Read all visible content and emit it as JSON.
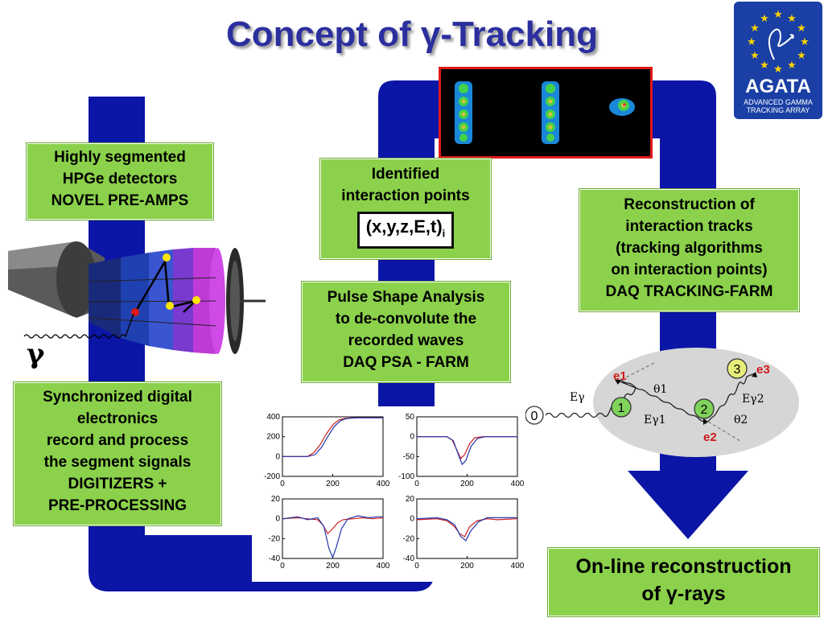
{
  "title": "Concept of γ-Tracking",
  "logo": {
    "name": "AGATA",
    "subtitle_line1": "ADVANCED GAMMA",
    "subtitle_line2": "TRACKING ARRAY",
    "bg_color": "#1a3fa5",
    "star_color": "#ffd400"
  },
  "colors": {
    "loop": "#0b15a6",
    "box_green": "#8bd14b",
    "title": "#2b2f9e",
    "frame_red": "#e11919"
  },
  "boxes": {
    "detectors": [
      "Highly segmented",
      "HPGe detectors",
      "NOVEL PRE-AMPS"
    ],
    "electronics": [
      "Synchronized digital",
      "electronics",
      "record and process",
      "the segment signals",
      "DIGITIZERS +",
      "PRE-PROCESSING"
    ],
    "psa": [
      "Pulse Shape Analysis",
      "to de-convolute the",
      "recorded waves",
      "DAQ PSA - FARM"
    ],
    "interaction": [
      "Identified",
      "interaction points"
    ],
    "coordinates": "(x,y,z,E,t)",
    "coordinates_sub": "i",
    "tracks": [
      "Reconstruction of",
      "interaction tracks",
      "(tracking algorithms",
      "on interaction points)",
      "DAQ TRACKING-FARM"
    ],
    "online": [
      "On-line reconstruction",
      "of γ-rays"
    ]
  },
  "gamma_symbol": "γ",
  "tracking_diagram": {
    "labels": {
      "n0": "0",
      "n1": "1",
      "n2": "2",
      "n3": "3",
      "e1": "e1",
      "e2": "e2",
      "e3": "e3",
      "E_gamma": "Eγ",
      "E_gamma1": "Eγ1",
      "E_gamma2": "Eγ2",
      "theta1": "θ1",
      "theta2": "θ2"
    }
  },
  "chart_data": [
    {
      "type": "line",
      "title": "",
      "xlim": [
        0,
        400
      ],
      "ylim": [
        -200,
        400
      ],
      "x_ticks": [
        0,
        200,
        400
      ],
      "y_ticks": [
        -200,
        0,
        200,
        400
      ],
      "series": [
        {
          "color": "#cc2222",
          "x": [
            0,
            100,
            125,
            150,
            175,
            200,
            225,
            250,
            275,
            300,
            350,
            400
          ],
          "values": [
            0,
            0,
            40,
            120,
            230,
            320,
            370,
            385,
            390,
            390,
            390,
            390
          ]
        },
        {
          "color": "#2233aa",
          "x": [
            0,
            100,
            130,
            155,
            180,
            205,
            230,
            255,
            280,
            300,
            350,
            400
          ],
          "values": [
            0,
            0,
            20,
            90,
            200,
            300,
            360,
            382,
            388,
            390,
            390,
            390
          ]
        }
      ]
    },
    {
      "type": "line",
      "title": "",
      "xlim": [
        0,
        400
      ],
      "ylim": [
        -100,
        50
      ],
      "x_ticks": [
        0,
        200,
        400
      ],
      "y_ticks": [
        -100,
        -50,
        0,
        50
      ],
      "series": [
        {
          "color": "#cc2222",
          "x": [
            0,
            120,
            140,
            160,
            175,
            190,
            210,
            230,
            260,
            400
          ],
          "values": [
            0,
            0,
            -8,
            -35,
            -55,
            -45,
            -18,
            -3,
            0,
            0
          ]
        },
        {
          "color": "#2233aa",
          "x": [
            0,
            120,
            145,
            165,
            180,
            195,
            215,
            240,
            270,
            400
          ],
          "values": [
            0,
            0,
            -10,
            -45,
            -70,
            -60,
            -25,
            -5,
            0,
            0
          ]
        }
      ]
    },
    {
      "type": "line",
      "title": "",
      "xlim": [
        0,
        400
      ],
      "ylim": [
        -40,
        20
      ],
      "x_ticks": [
        0,
        200,
        400
      ],
      "y_ticks": [
        -40,
        -20,
        0,
        20
      ],
      "series": [
        {
          "color": "#cc2222",
          "x": [
            0,
            60,
            100,
            140,
            160,
            180,
            200,
            220,
            240,
            280,
            320,
            360,
            400
          ],
          "values": [
            0,
            1,
            0,
            -1,
            -6,
            -15,
            -10,
            -4,
            -1,
            0,
            1,
            0,
            1
          ]
        },
        {
          "color": "#2233aa",
          "x": [
            0,
            60,
            100,
            140,
            165,
            185,
            200,
            215,
            235,
            260,
            300,
            340,
            380,
            400
          ],
          "values": [
            0,
            2,
            -1,
            1,
            -8,
            -30,
            -39,
            -28,
            -10,
            0,
            3,
            1,
            2,
            2
          ]
        }
      ]
    },
    {
      "type": "line",
      "title": "",
      "xlim": [
        0,
        400
      ],
      "ylim": [
        -40,
        20
      ],
      "x_ticks": [
        0,
        200,
        400
      ],
      "y_ticks": [
        -40,
        -20,
        0,
        20
      ],
      "series": [
        {
          "color": "#cc2222",
          "x": [
            0,
            80,
            120,
            150,
            170,
            190,
            210,
            240,
            280,
            320,
            400
          ],
          "values": [
            -1,
            0,
            -2,
            -8,
            -15,
            -18,
            -8,
            -2,
            0,
            -1,
            0
          ]
        },
        {
          "color": "#2233aa",
          "x": [
            0,
            80,
            120,
            150,
            175,
            195,
            215,
            245,
            280,
            320,
            400
          ],
          "values": [
            0,
            1,
            -1,
            -6,
            -18,
            -22,
            -12,
            -3,
            1,
            1,
            1
          ]
        }
      ]
    }
  ]
}
